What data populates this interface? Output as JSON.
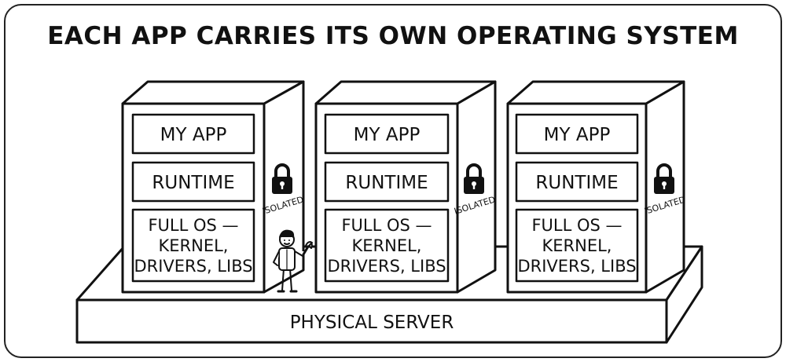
{
  "title": "EACH APP CARRIES ITS OWN OPERATING SYSTEM",
  "server": {
    "label": "PHYSICAL SERVER"
  },
  "machines": [
    {
      "app": "MY APP",
      "runtime": "RUNTIME",
      "os_line1": "FULL OS —",
      "os_line2": "KERNEL,",
      "os_line3": "DRIVERS, LIBS",
      "badge": "ISOLATED",
      "icon": "padlock-icon"
    },
    {
      "app": "MY APP",
      "runtime": "RUNTIME",
      "os_line1": "FULL OS —",
      "os_line2": "KERNEL,",
      "os_line3": "DRIVERS, LIBS",
      "badge": "ISOLATED",
      "icon": "padlock-icon"
    },
    {
      "app": "MY APP",
      "runtime": "RUNTIME",
      "os_line1": "FULL OS —",
      "os_line2": "KERNEL,",
      "os_line3": "DRIVERS, LIBS",
      "badge": "ISOLATED",
      "icon": "padlock-icon"
    }
  ],
  "figure": {
    "icon": "technician-with-wrench-icon"
  }
}
